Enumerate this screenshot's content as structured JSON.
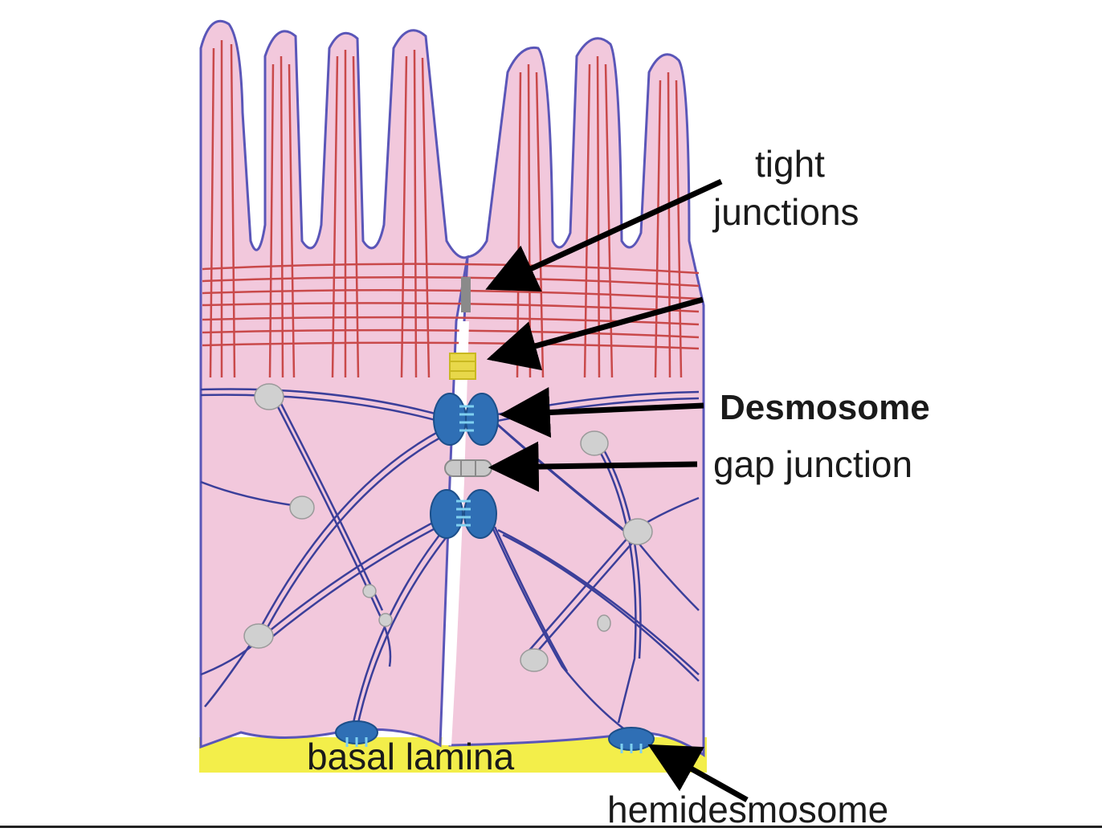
{
  "labels": {
    "tight_line1": "tight",
    "tight_line2": "junctions",
    "desmosome": "Desmosome",
    "gap_junction": "gap junction",
    "basal_lamina": "basal lamina",
    "hemidesmosome": "hemidesmosome"
  },
  "colors": {
    "cytoplasm": "#f2c8dc",
    "membrane": "#5a56b8",
    "actin": "#c9494a",
    "intermediate_filament": "#3b3f9a",
    "desmosome": "#2f6fb5",
    "tight_junction": "#8a8a8a",
    "adherens": "#e8d84a",
    "basal_lamina": "#f3ee4a",
    "node": "#d0d0d0",
    "arrow": "#000000"
  }
}
